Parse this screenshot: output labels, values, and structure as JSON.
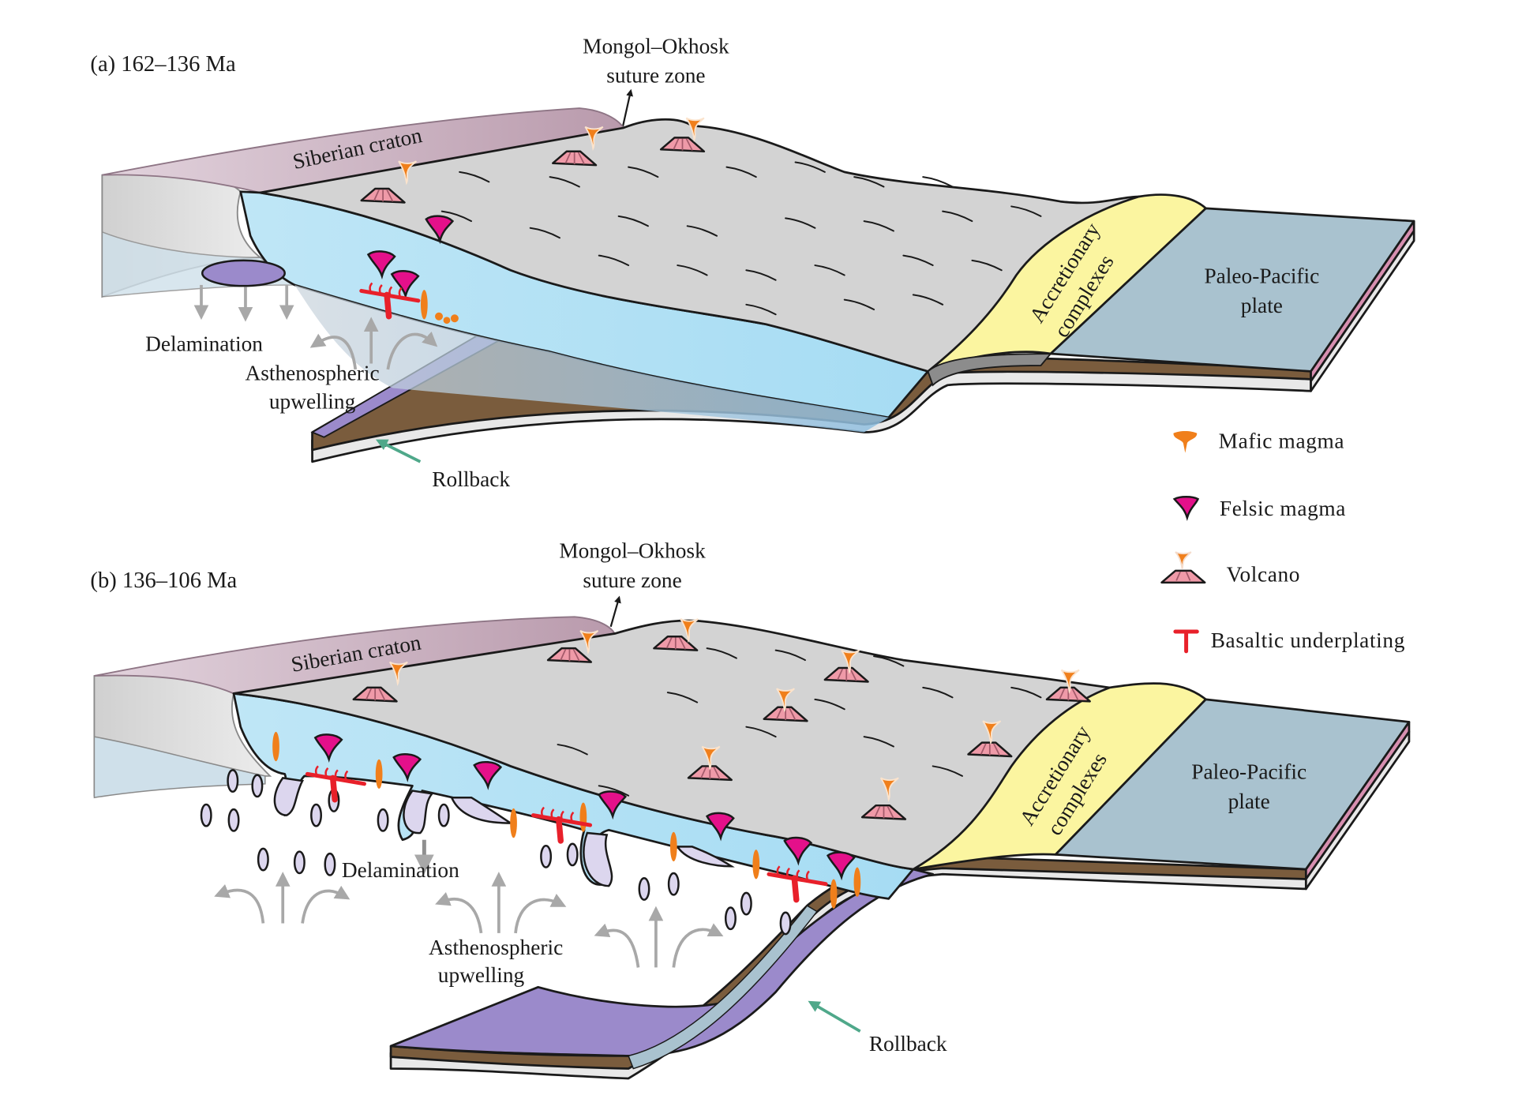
{
  "figure": {
    "panels": [
      {
        "id": "a",
        "title": "(a) 162–136 Ma",
        "labels": {
          "suture_line1": "Mongol–Okhosk",
          "suture_line2": "suture zone",
          "craton": "Siberian craton",
          "accretionary_line1": "Accretionary",
          "accretionary_line2": "complexes",
          "plate_line1": "Paleo-Pacific",
          "plate_line2": "plate",
          "delamination": "Delamination",
          "upwelling_line1": "Asthenospheric",
          "upwelling_line2": "upwelling",
          "rollback": "Rollback"
        }
      },
      {
        "id": "b",
        "title": "(b) 136–106 Ma",
        "labels": {
          "suture_line1": "Mongol–Okhosk",
          "suture_line2": "suture zone",
          "craton": "Siberian craton",
          "accretionary_line1": "Accretionary",
          "accretionary_line2": "complexes",
          "plate_line1": "Paleo-Pacific",
          "plate_line2": "plate",
          "delamination": "Delamination",
          "upwelling_line1": "Asthenospheric",
          "upwelling_line2": "upwelling",
          "rollback": "Rollback"
        }
      }
    ],
    "legend": [
      {
        "icon": "mafic-magma-icon",
        "label": "Mafic magma",
        "color": "#f07f1b"
      },
      {
        "icon": "felsic-magma-icon",
        "label": "Felsic magma",
        "color": "#e4108a"
      },
      {
        "icon": "volcano-icon",
        "label": "Volcano",
        "color": "#ef9aa8"
      },
      {
        "icon": "basaltic-underplating-icon",
        "label": "Basaltic underplating",
        "color": "#e8202a"
      }
    ],
    "colors": {
      "craton": "#c6a9b9",
      "crust": "#d3d3d3",
      "lithosphere": "#b5e4f5",
      "accretionary": "#fbf5a0",
      "pacific_plate": "#a9c2cf",
      "slab_top": "#9b8acb",
      "slab_mid": "#7a5c3d",
      "mafic": "#f07f1b",
      "felsic": "#e4108a",
      "underplating": "#e8202a",
      "rollback_arrow": "#4fa88a",
      "delamination_block": "#9b8acb",
      "arrow_grey": "#a8a8a8"
    }
  }
}
